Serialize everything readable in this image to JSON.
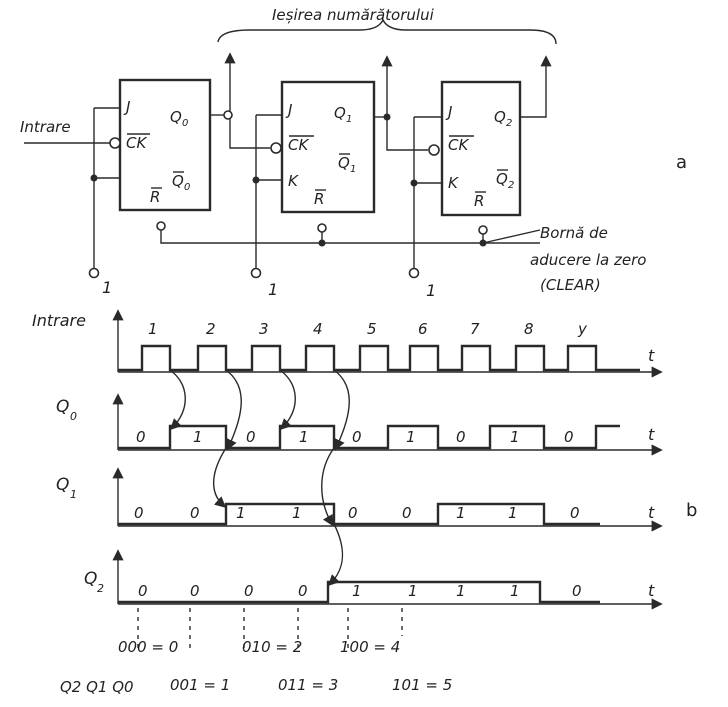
{
  "circuit": {
    "output_label": "Ieșirea numărătorului",
    "input_label": "Intrare",
    "panel_label": "a",
    "clear_label_line1": "Bornă de",
    "clear_label_line2": "aducere la zero",
    "clear_label_line3": "(CLEAR)",
    "logic_one": "1",
    "ff0": {
      "j": "J",
      "ck": "CK",
      "q": "Q",
      "q_sub": "0",
      "qbar": "Q",
      "qbar_sub": "0",
      "r": "R"
    },
    "ff1": {
      "j": "J",
      "ck": "CK",
      "k": "K",
      "q": "Q",
      "q_sub": "1",
      "qbar": "Q",
      "qbar_sub": "1",
      "r": "R"
    },
    "ff2": {
      "j": "J",
      "ck": "CK",
      "k": "K",
      "q": "Q",
      "q_sub": "2",
      "qbar": "Q",
      "qbar_sub": "2",
      "r": "R"
    }
  },
  "timing": {
    "panel_label": "b",
    "axis_label": "t",
    "input_trace": {
      "label": "Intrare",
      "pulses": [
        "1",
        "2",
        "3",
        "4",
        "5",
        "6",
        "7",
        "8",
        "y"
      ]
    },
    "q0_trace": {
      "label": "Q",
      "sub": "0",
      "values": [
        "0",
        "1",
        "0",
        "1",
        "0",
        "1",
        "0",
        "1",
        "0"
      ]
    },
    "q1_trace": {
      "label": "Q",
      "sub": "1",
      "values": [
        "0",
        "0",
        "1",
        "1",
        "0",
        "0",
        "1",
        "1",
        "0"
      ]
    },
    "q2_trace": {
      "label": "Q",
      "sub": "2",
      "values": [
        "0",
        "0",
        "0",
        "0",
        "1",
        "1",
        "1",
        "1",
        "0"
      ]
    },
    "states_row1": [
      "000 = 0",
      "010 = 2",
      "100 = 4"
    ],
    "states_row2": [
      "001 = 1",
      "011 = 3",
      "101 = 5"
    ],
    "bits_label": "Q2 Q1 Q0"
  }
}
